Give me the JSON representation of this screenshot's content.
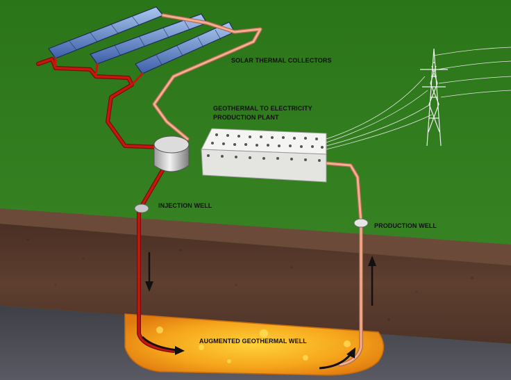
{
  "labels": {
    "solar_collectors": "SOLAR THERMAL COLLECTORS",
    "plant_line1": "GEOTHERMAL TO ELECTRICITY",
    "plant_line2": "PRODUCTION PLANT",
    "injection_well": "INJECTION WELL",
    "production_well": "PRODUCTION WELL",
    "geothermal_well": "AUGMENTED GEOTHERMAL WELL"
  },
  "colors": {
    "grass": "#2f7a1f",
    "soil": "#5b3d2e",
    "rock": "#4b4b55",
    "lava": "#f4a21a",
    "hot_pipe": "#b0150f",
    "warm_pipe": "#f2a58a"
  },
  "icons": [
    "solar-panel-icon",
    "power-pylon-icon",
    "flow-arrow-icon",
    "heat-exchanger-icon"
  ]
}
